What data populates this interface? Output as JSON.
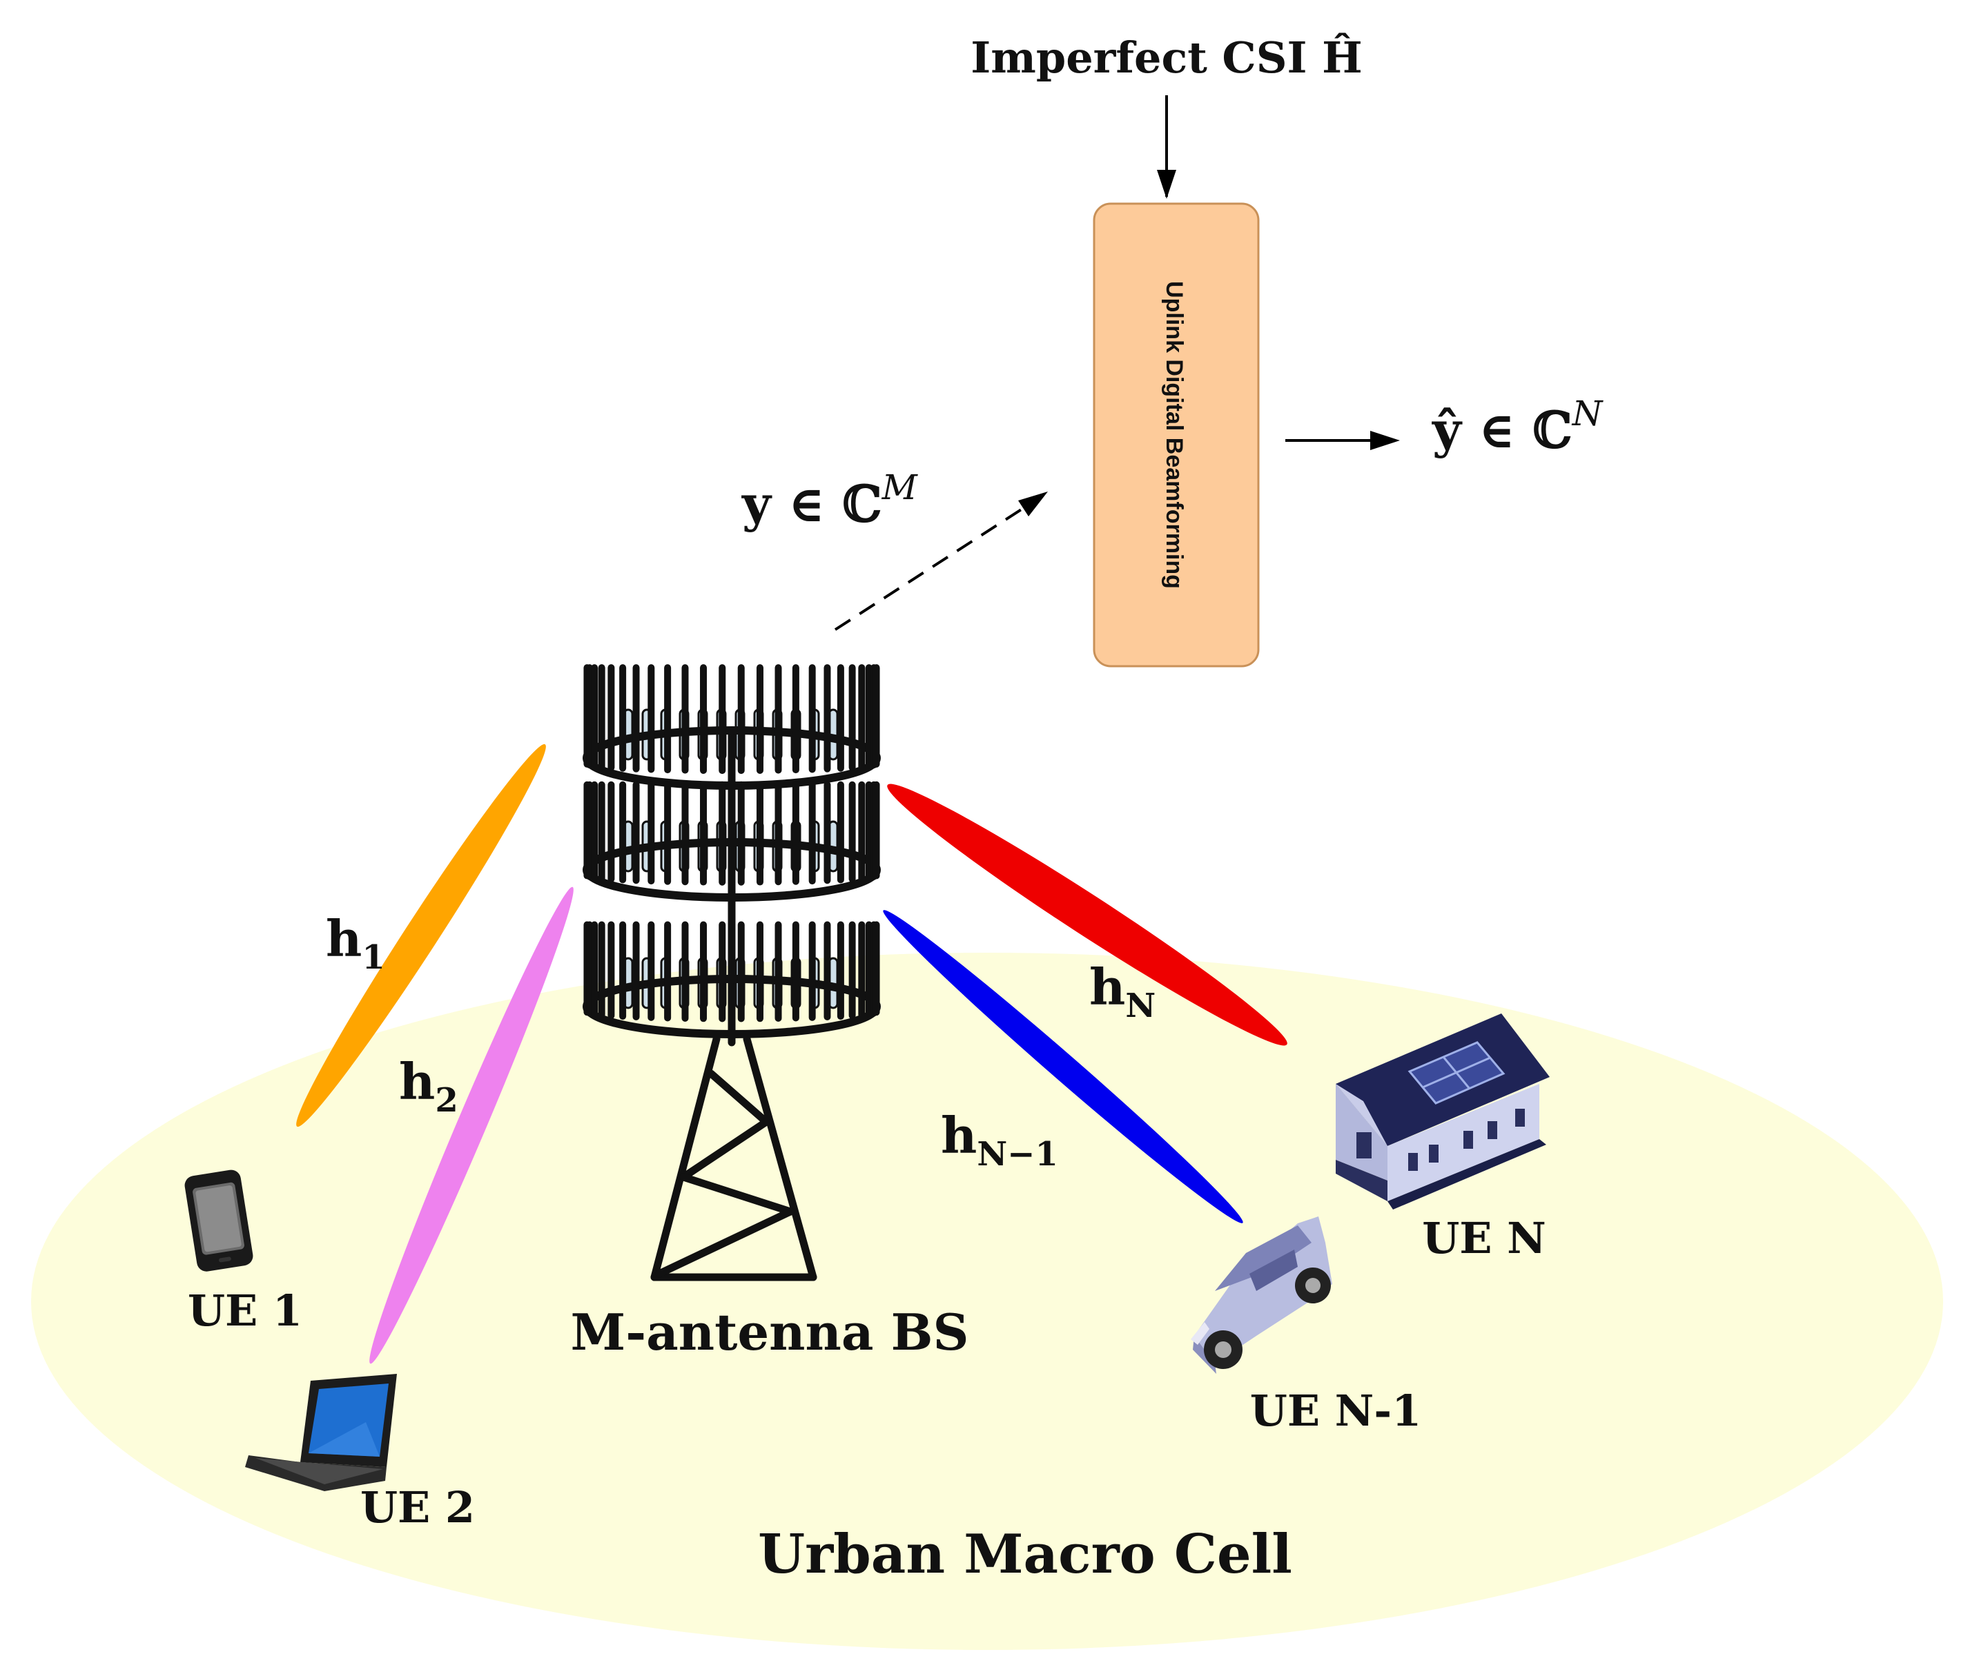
{
  "csi": {
    "label": "Imperfect CSI Ĥ"
  },
  "beamforming_block": {
    "label": "Uplink Digital Beamforming",
    "fill_color": "#fdcb9a",
    "border_color": "#c99158"
  },
  "input_signal": {
    "label_base": "y ∈ ℂ",
    "label_sup": "M"
  },
  "output_signal": {
    "label_base": "ŷ ∈ ℂ",
    "label_sup": "N"
  },
  "base_station": {
    "label": "M-antenna BS"
  },
  "cell": {
    "label": "Urban Macro Cell",
    "color": "#fdfddb"
  },
  "channels": [
    {
      "label_base": "h",
      "label_sub": "1",
      "color": "#ffa500"
    },
    {
      "label_base": "h",
      "label_sub": "2",
      "color": "#ee82ee"
    },
    {
      "label_base": "h",
      "label_sub": "N−1",
      "color": "#0000ee"
    },
    {
      "label_base": "h",
      "label_sub": "N",
      "color": "#ee0000"
    }
  ],
  "users": [
    {
      "label": "UE 1",
      "icon": "smartphone-icon"
    },
    {
      "label": "UE 2",
      "icon": "laptop-icon"
    },
    {
      "label": "UE N-1",
      "icon": "car-icon"
    },
    {
      "label": "UE N",
      "icon": "house-icon"
    }
  ]
}
